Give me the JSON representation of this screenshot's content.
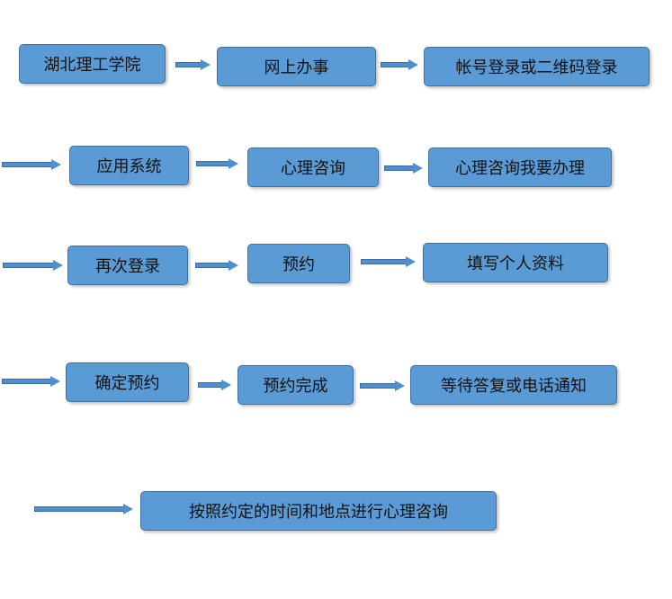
{
  "steps": [
    "湖北理工学院",
    "网上办事",
    "帐号登录或二维码登录",
    "应用系统",
    "心理咨询",
    "心理咨询我要办理",
    "再次登录",
    "预约",
    "填写个人资料",
    "确定预约",
    "预约完成",
    "等待答复或电话通知",
    "按照约定的时间和地点进行心理咨询"
  ],
  "colors": {
    "box_fill": "#5b9bd5",
    "box_border": "#41719c",
    "arrow": "#4f8fd0"
  }
}
